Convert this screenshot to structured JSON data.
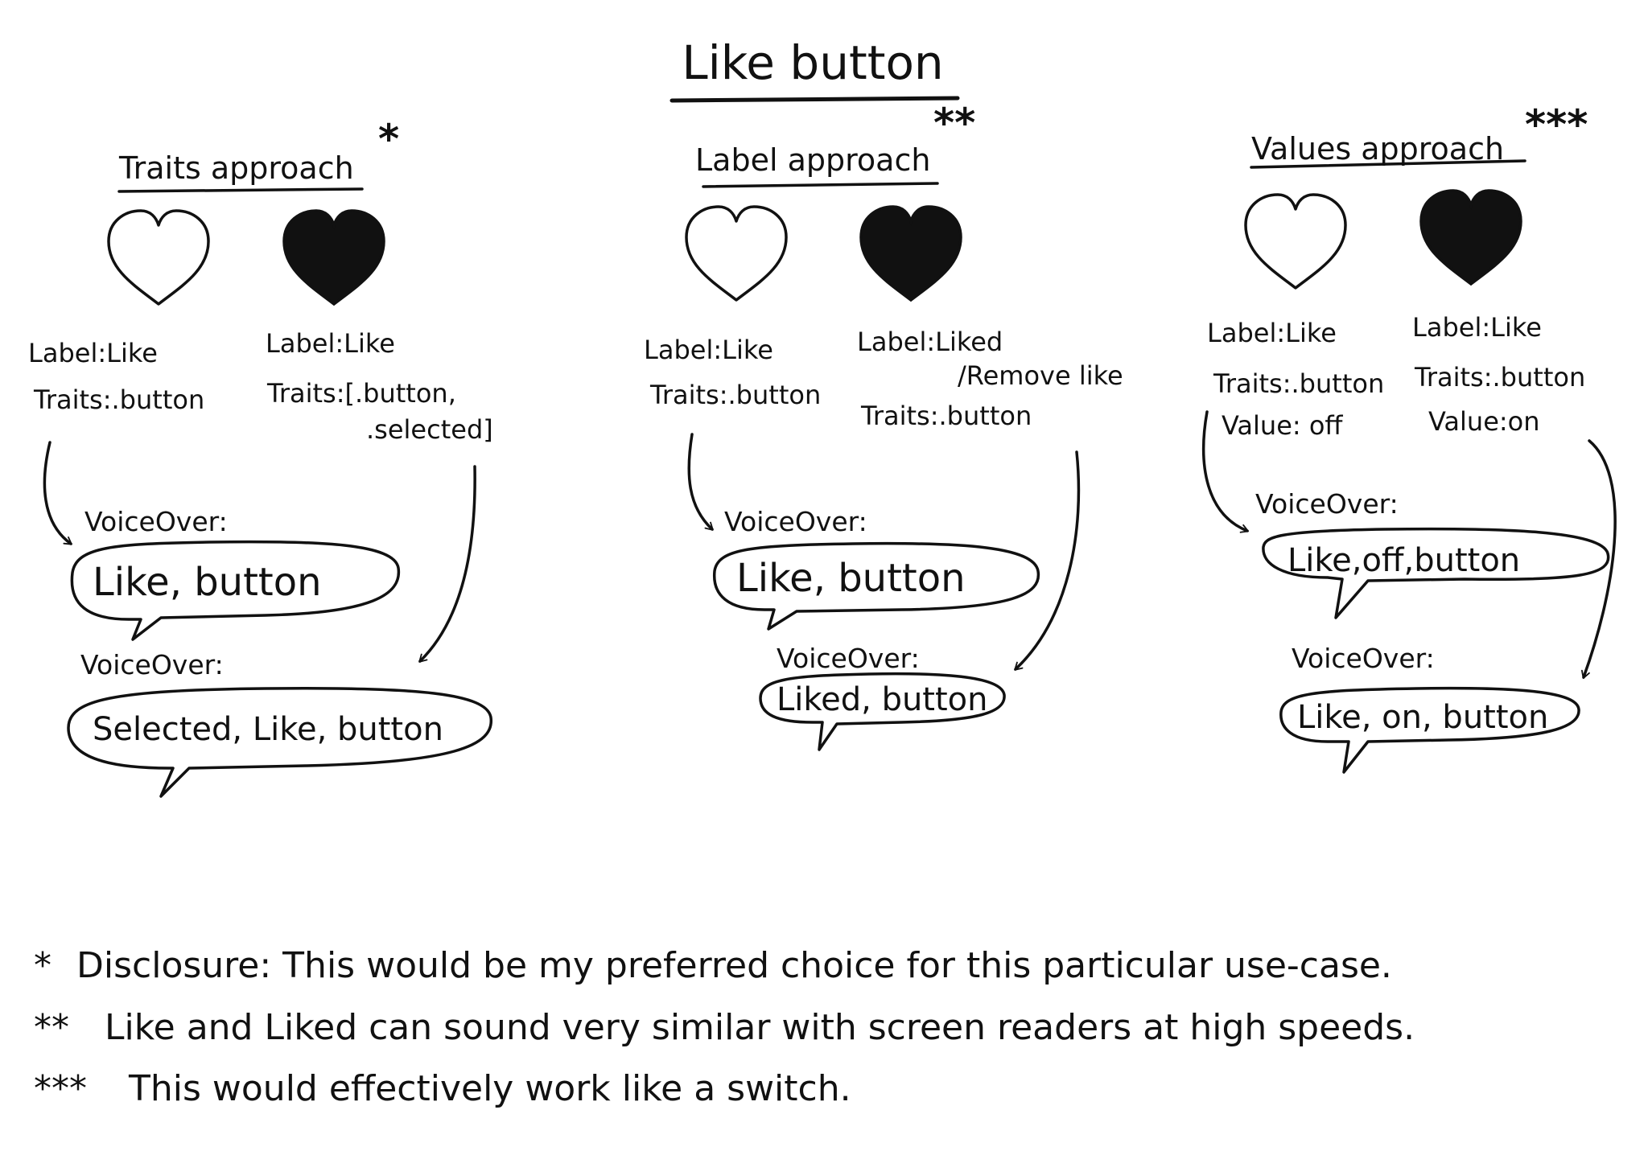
{
  "title": "Like button",
  "approaches": [
    {
      "heading": "Traits approach",
      "footnote_mark": "*",
      "unselected": {
        "label": "Label:Like",
        "traits": "Traits:.button"
      },
      "selected": {
        "label": "Label:Like",
        "traits_line1": "Traits:[.button,",
        "traits_line2": ".selected]"
      },
      "voiceover_1": {
        "caption": "VoiceOver:",
        "speech": "Like, button"
      },
      "voiceover_2": {
        "caption": "VoiceOver:",
        "speech": "Selected, Like, button"
      }
    },
    {
      "heading": "Label approach",
      "footnote_mark": "**",
      "unselected": {
        "label": "Label:Like",
        "traits": "Traits:.button"
      },
      "selected": {
        "label": "Label:Liked",
        "label_line2": "/Remove like",
        "traits": "Traits:.button"
      },
      "voiceover_1": {
        "caption": "VoiceOver:",
        "speech": "Like, button"
      },
      "voiceover_2": {
        "caption": "VoiceOver:",
        "speech": "Liked, button"
      }
    },
    {
      "heading": "Values approach",
      "footnote_mark": "***",
      "unselected": {
        "label": "Label:Like",
        "traits": "Traits:.button",
        "value": "Value: off"
      },
      "selected": {
        "label": "Label:Like",
        "traits": "Traits:.button",
        "value": "Value:on"
      },
      "voiceover_1": {
        "caption": "VoiceOver:",
        "speech": "Like,off,button"
      },
      "voiceover_2": {
        "caption": "VoiceOver:",
        "speech": "Like, on, button"
      }
    }
  ],
  "footnotes": [
    {
      "mark": "*",
      "text": "Disclosure: This would be my preferred choice for this particular use-case."
    },
    {
      "mark": "**",
      "text": "Like and Liked can sound very similar with screen readers at high speeds."
    },
    {
      "mark": "***",
      "text": "This would effectively work like a switch."
    }
  ],
  "colors": {
    "ink": "#111111",
    "paper": "#ffffff"
  },
  "icons": {
    "outline": "heart-outline-icon",
    "filled": "heart-filled-icon"
  }
}
